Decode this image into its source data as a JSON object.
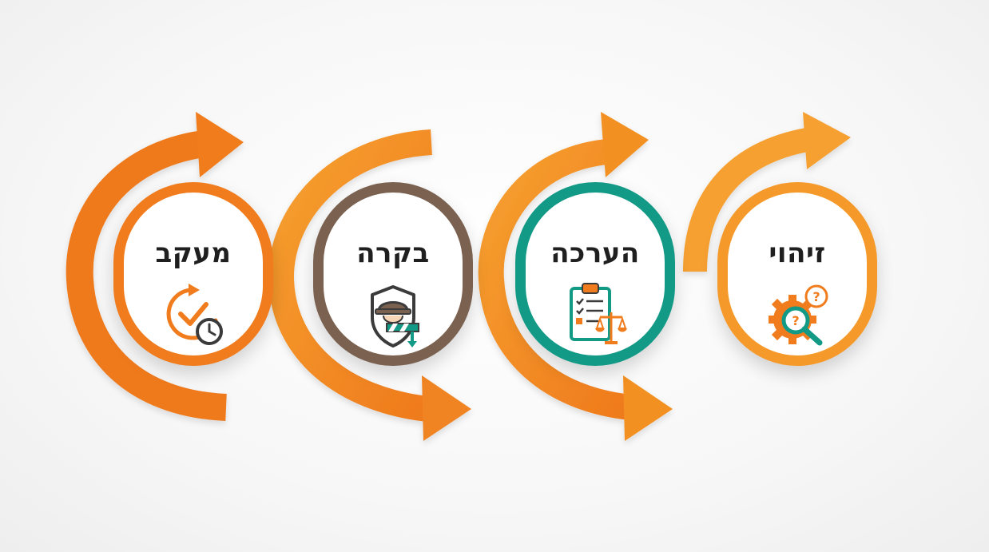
{
  "steps": [
    {
      "title": "מעקב",
      "icon": "cycle-check-clock-icon",
      "ring_color": "#f07c1d"
    },
    {
      "title": "בקרה",
      "icon": "safety-helmet-shield-icon",
      "ring_color": "#7a6150"
    },
    {
      "title": "הערכה",
      "icon": "clipboard-scale-icon",
      "ring_color": "#139a86"
    },
    {
      "title": "זיהוי",
      "icon": "gear-magnifier-question-icon",
      "ring_color": "#f59a2a"
    }
  ],
  "colors": {
    "arrow_dark": "#ef7a1c",
    "arrow_light": "#f6a030",
    "icon_orange": "#f07c1d",
    "icon_teal": "#139a86",
    "icon_dark": "#3b3b3b",
    "icon_brown": "#7a6150"
  }
}
